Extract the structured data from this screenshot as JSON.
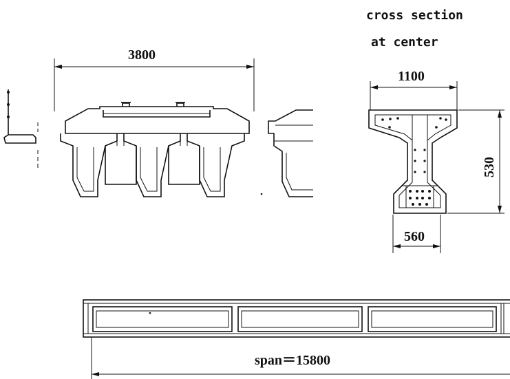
{
  "labels": {
    "cross_section_line1": "cross section",
    "cross_section_line2": "at center",
    "deck_width": "3800",
    "top_flange_width": "1100",
    "girder_height": "530",
    "bottom_flange_width": "560",
    "span": "span＝15800"
  }
}
